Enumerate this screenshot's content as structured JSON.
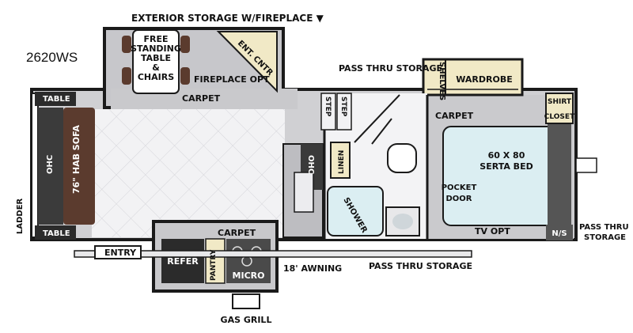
{
  "model": "2620WS",
  "labels": {
    "exterior_storage": "EXTERIOR STORAGE W/FIREPLACE ▼",
    "free_standing": [
      "FREE",
      "STANDING",
      "TABLE",
      "&",
      "CHAIRS"
    ],
    "ent_cntr": "ENT. CNTR",
    "fireplace_opt": "FIREPLACE OPT",
    "carpet_living": "CARPET",
    "carpet_bedroom": "CARPET",
    "carpet_kitchen": "CARPET",
    "pass_thru_top": "PASS THRU STORAGE",
    "shelves": "SHELVES",
    "wardrobe": "WARDROBE",
    "shirt_closet": [
      "SHIRT",
      "CLOSET"
    ],
    "bed": [
      "60 X 80",
      "SERTA BED"
    ],
    "pocket_door": [
      "POCKET",
      "DOOR"
    ],
    "tv_opt": "TV OPT",
    "ns": "N/S",
    "pass_thru_right": [
      "PASS THRU",
      "STORAGE"
    ],
    "pass_thru_bottom": "PASS THRU STORAGE",
    "awning": "18' AWNING",
    "entry": "ENTRY",
    "refer": "REFER",
    "pantry": "PANTRY",
    "micro": "MICRO",
    "gas_grill": "GAS GRILL",
    "table_top": "TABLE",
    "table_bottom": "TABLE",
    "sofa": "76\" HAB SOFA",
    "ohc_left": "OHC",
    "ohc_kitchen": "OHC",
    "ladder": "LADDER",
    "linen": "LINEN",
    "shower": "SHOWER",
    "step1": "STEP",
    "step2": "STEP"
  },
  "colors": {
    "wall": "#1a1a1a",
    "floor_gray": "#c9c9cc",
    "tile": "#ececef",
    "cream": "#f1e9c6",
    "sofa": "#5b3b2e",
    "bed": "#dbeef2",
    "dark_panel": "#2b2b2b"
  }
}
